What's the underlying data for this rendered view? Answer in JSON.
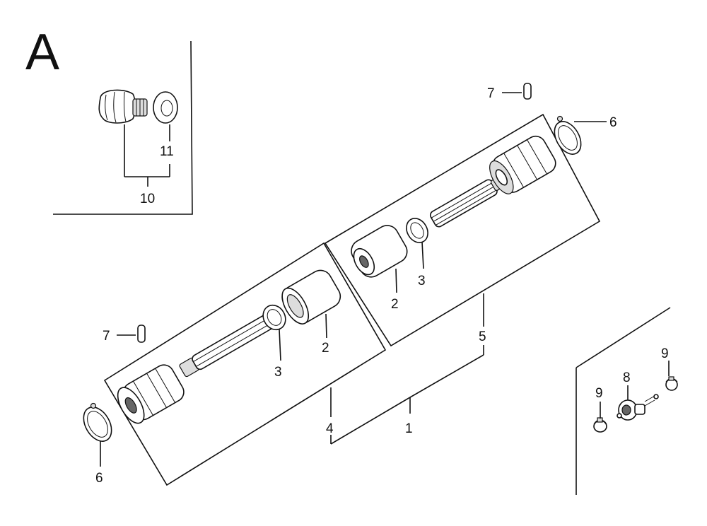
{
  "section_letter": "A",
  "callouts": {
    "n1": "1",
    "n2a": "2",
    "n2b": "2",
    "n3a": "3",
    "n3b": "3",
    "n4": "4",
    "n5": "5",
    "n6a": "6",
    "n6b": "6",
    "n7a": "7",
    "n7b": "7",
    "n8": "8",
    "n9a": "9",
    "n9b": "9",
    "n10": "10",
    "n11": "11"
  }
}
